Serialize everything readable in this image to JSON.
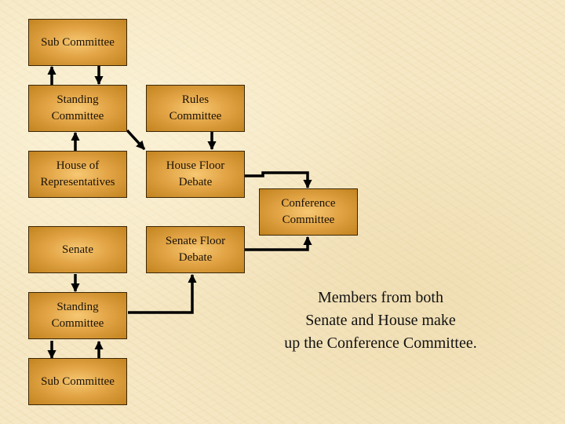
{
  "boxes": {
    "house_sub_committee": "Sub Committee",
    "house_standing_committee": "Standing\nCommittee",
    "rules_committee": "Rules\nCommittee",
    "house_of_representatives": "House of\nRepresentatives",
    "house_floor_debate": "House Floor\nDebate",
    "conference_committee": "Conference\nCommittee",
    "senate": "Senate",
    "senate_floor_debate": "Senate Floor\nDebate",
    "senate_standing_committee": "Standing\nCommittee",
    "senate_sub_committee": "Sub Committee"
  },
  "note": "Members from both\nSenate and House make\nup the Conference Committee.",
  "colors": {
    "background": "#f6e8c4",
    "box_fill": "#e2a445",
    "box_border": "#3b2606",
    "connector": "#000000"
  }
}
